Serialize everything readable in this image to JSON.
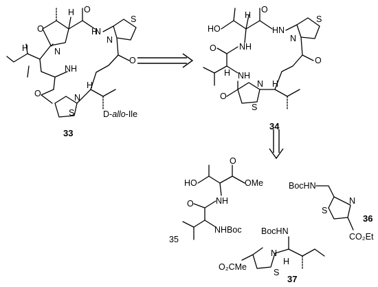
{
  "compounds": {
    "c33": {
      "number": "33",
      "stereo_label_prefix": "D-",
      "stereo_label_italic": "allo",
      "stereo_label_suffix": "-Ile"
    },
    "c34": {
      "number": "34"
    },
    "c35": {
      "number": "35"
    },
    "c36": {
      "number": "36"
    },
    "c37": {
      "number": "37"
    }
  },
  "atoms": {
    "O": "O",
    "N": "N",
    "S": "S",
    "H": "H",
    "NH": "NH",
    "HN": "HN",
    "HO": "HO",
    "OMe": "OMe",
    "NHBoc": "NHBoc",
    "BocHN": "BocHN",
    "CO2Et": "CO₂Et",
    "O2CMe": "O₂CMe"
  }
}
